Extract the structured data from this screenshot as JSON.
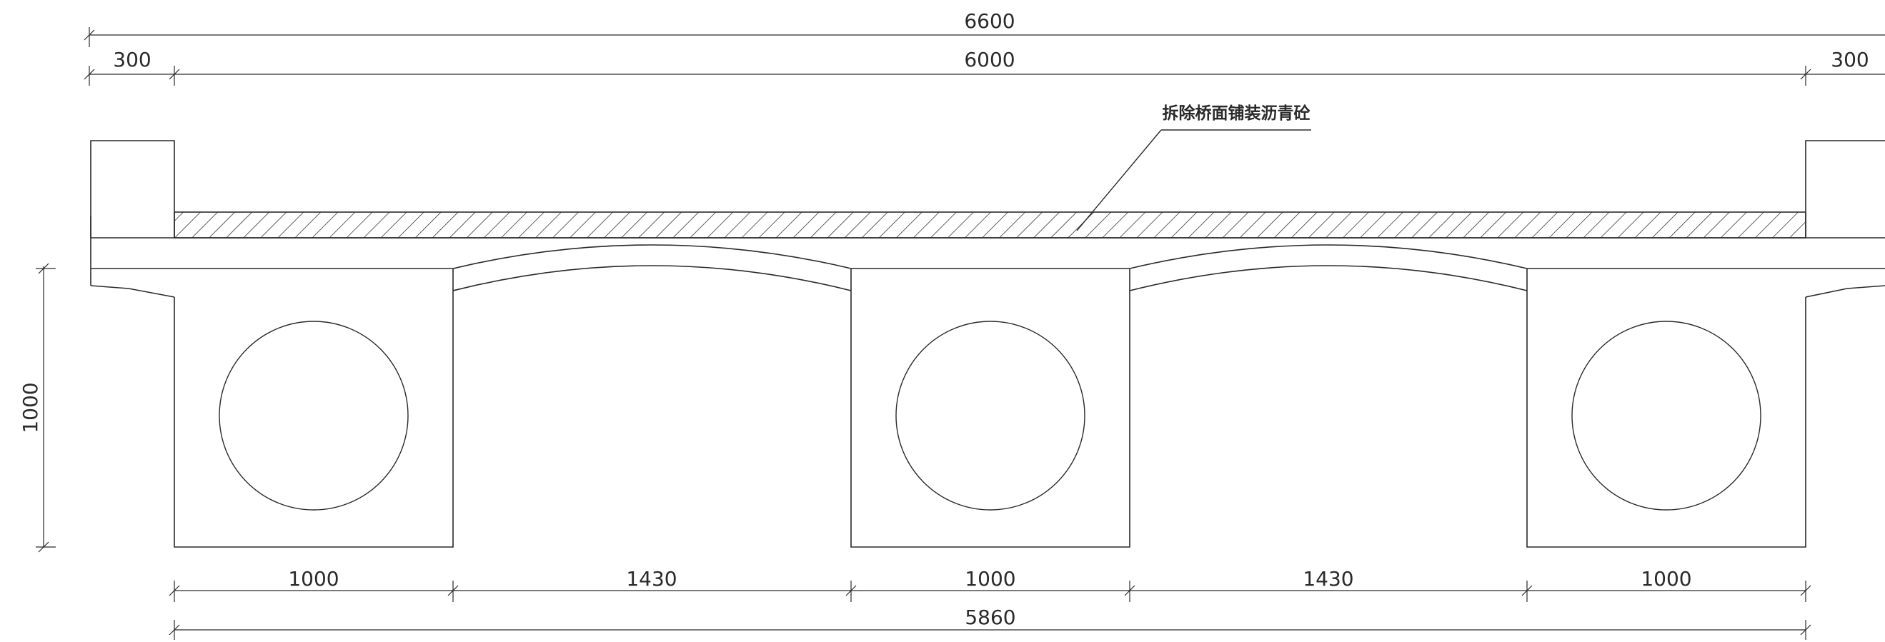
{
  "dimensions": {
    "overall_width": "6600",
    "left_curb": "300",
    "deck_width": "6000",
    "right_curb": "300",
    "height": "1000",
    "bottom_segments": [
      "1000",
      "1430",
      "1000",
      "1430",
      "1000"
    ],
    "bottom_total": "5860"
  },
  "annotation": {
    "text": "拆除桥面铺装沥青砼"
  },
  "colors": {
    "line": "#2a2a2a",
    "background": "#ffffff"
  }
}
